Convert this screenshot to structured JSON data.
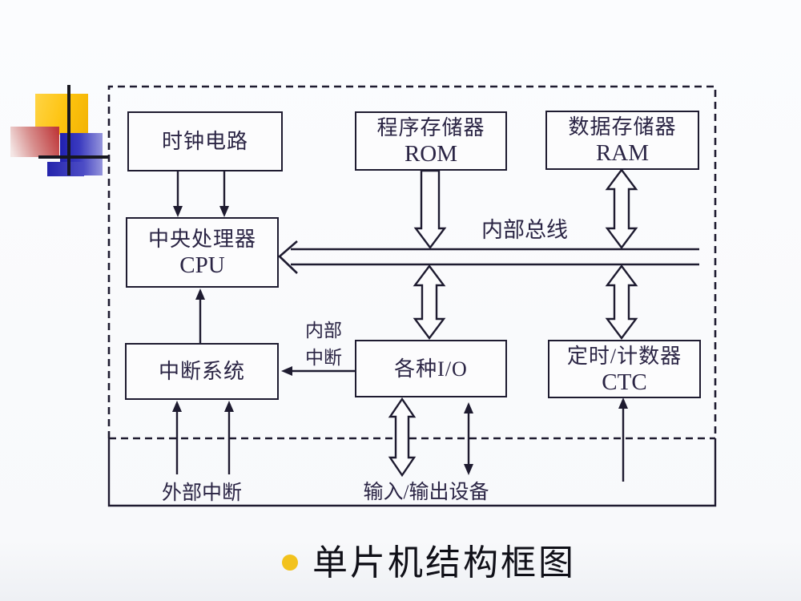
{
  "slide": {
    "background_color": "#f8f9fb",
    "ink_color": "#1e1b30",
    "text_color": "#2a2444"
  },
  "logo": {
    "yellow": "#fdc30e",
    "red": "#bf393b",
    "blue": "#2424ac",
    "line": "#17171f"
  },
  "diagram": {
    "boxes": {
      "clock": {
        "line1": "时钟电路"
      },
      "rom": {
        "line1": "程序存储器",
        "line2": "ROM"
      },
      "ram": {
        "line1": "数据存储器",
        "line2": "RAM"
      },
      "cpu": {
        "line1": "中央处理器",
        "line2": "CPU"
      },
      "interrupt": {
        "line1": "中断系统"
      },
      "io": {
        "line1": "各种I/O"
      },
      "ctc": {
        "line1": "定时/计数器",
        "line2": "CTC"
      }
    },
    "labels": {
      "internal_bus": "内部总线",
      "internal_interrupt_l1": "内部",
      "internal_interrupt_l2": "中断",
      "external_interrupt": "外部中断",
      "io_devices": "输入/输出设备"
    }
  },
  "caption": {
    "bullet_color": "#f2c21d",
    "text": "单片机结构框图"
  }
}
